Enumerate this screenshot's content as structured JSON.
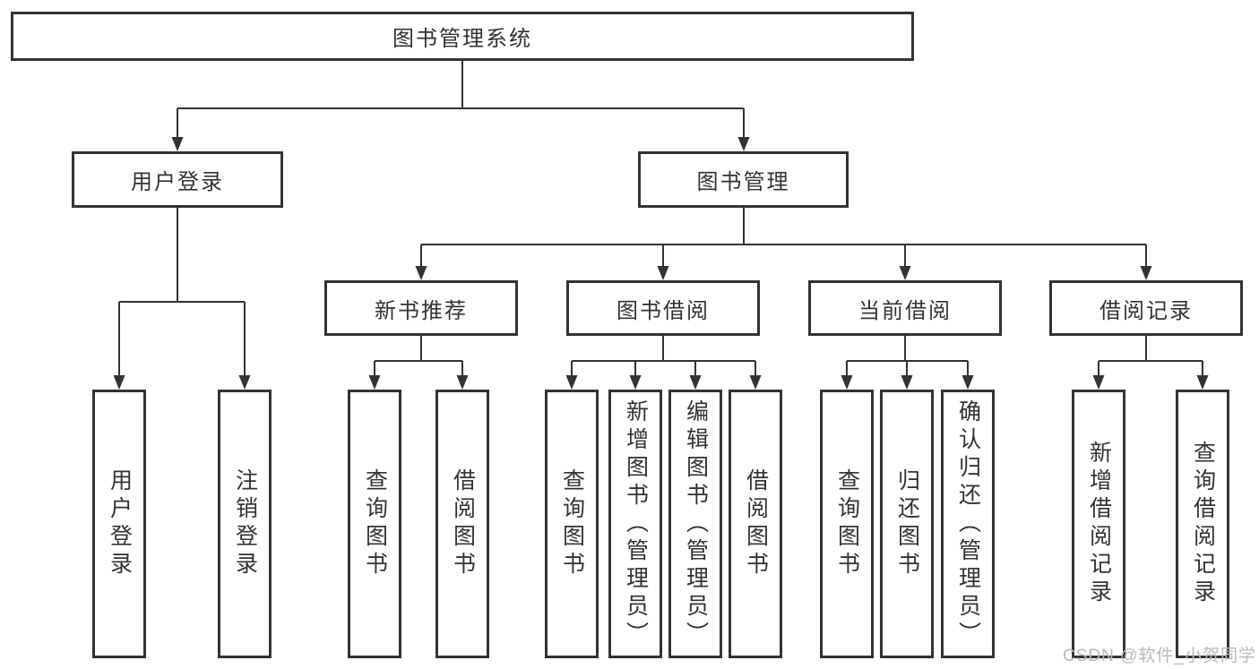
{
  "diagram": {
    "nodes": {
      "root": "图书管理系统",
      "user_login": "用户登录",
      "book_mgmt": "图书管理",
      "new_books": "新书推荐",
      "book_borrow": "图书借阅",
      "current_borrow": "当前借阅",
      "borrow_records": "借阅记录"
    },
    "leaves": {
      "login": [
        "用户登录",
        "注销登录"
      ],
      "recommend": [
        "查询图书",
        "借阅图书"
      ],
      "borrow": [
        "查询图书",
        "新增图书（管理员）",
        "编辑图书（管理员）",
        "借阅图书"
      ],
      "current": [
        "查询图书",
        "归还图书",
        "确认归还（管理员）"
      ],
      "records": [
        "新增借阅记录",
        "查询借阅记录"
      ]
    },
    "watermark": "CSDN @软件_小贺同学",
    "colors": {
      "line": "#333333",
      "text": "#333333",
      "watermark": "#b9b9b9",
      "background": "#ffffff"
    }
  }
}
